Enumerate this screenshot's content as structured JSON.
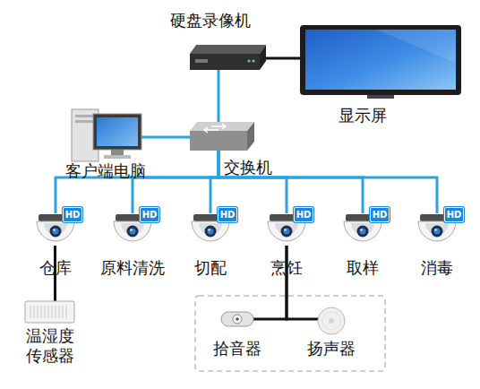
{
  "diagram": {
    "nodes": [
      {
        "text": [
          "硬盘录像机"
        ]
      },
      {
        "text": [
          "显示屏"
        ]
      },
      {
        "text": [
          "客户端电脑"
        ]
      },
      {
        "text": [
          "交换机"
        ]
      },
      {
        "text": [
          "HD",
          "仓库"
        ]
      },
      {
        "text": [
          "HD",
          "原料清洗"
        ]
      },
      {
        "text": [
          "HD",
          "切配"
        ]
      },
      {
        "text": [
          "HD",
          "烹饪"
        ]
      },
      {
        "text": [
          "HD",
          "取样"
        ]
      },
      {
        "text": [
          "HD",
          "消毒"
        ]
      },
      {
        "text": [
          "温湿度 传感器"
        ]
      },
      {
        "text": [
          "拾音器"
        ]
      },
      {
        "text": [
          "扬声器"
        ]
      }
    ],
    "edges": [
      {
        "from": 0,
        "to": 1,
        "arrow": "none"
      },
      {
        "from": 0,
        "to": 3,
        "arrow": "none"
      },
      {
        "from": 2,
        "to": 3,
        "arrow": "none"
      },
      {
        "from": 3,
        "to": 4,
        "arrow": "none"
      },
      {
        "from": 3,
        "to": 5,
        "arrow": "none"
      },
      {
        "from": 3,
        "to": 6,
        "arrow": "none"
      },
      {
        "from": 3,
        "to": 7,
        "arrow": "none"
      },
      {
        "from": 3,
        "to": 8,
        "arrow": "none"
      },
      {
        "from": 3,
        "to": 9,
        "arrow": "none"
      },
      {
        "from": 4,
        "to": 10,
        "arrow": "none"
      },
      {
        "from": 7,
        "to": 11,
        "arrow": "none"
      },
      {
        "from": 7,
        "to": 12,
        "arrow": "none"
      }
    ]
  }
}
